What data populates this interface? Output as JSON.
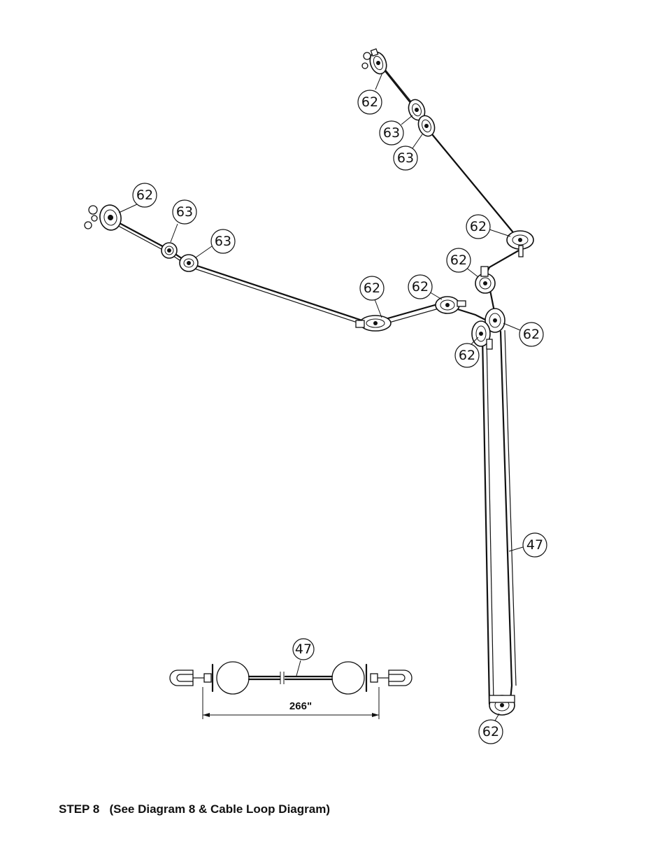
{
  "caption": {
    "step": "STEP 8",
    "text": "(See Diagram 8 & Cable Loop Diagram)"
  },
  "callouts": [
    {
      "id": "62"
    },
    {
      "id": "63"
    },
    {
      "id": "63"
    },
    {
      "id": "62"
    },
    {
      "id": "63"
    },
    {
      "id": "63"
    },
    {
      "id": "62"
    },
    {
      "id": "62"
    },
    {
      "id": "62"
    },
    {
      "id": "62"
    },
    {
      "id": "62"
    },
    {
      "id": "62"
    },
    {
      "id": "47"
    },
    {
      "id": "62"
    }
  ],
  "cable_loop": {
    "part": "47",
    "length": "266\""
  },
  "colors": {
    "line": "#111111",
    "background": "#ffffff"
  }
}
